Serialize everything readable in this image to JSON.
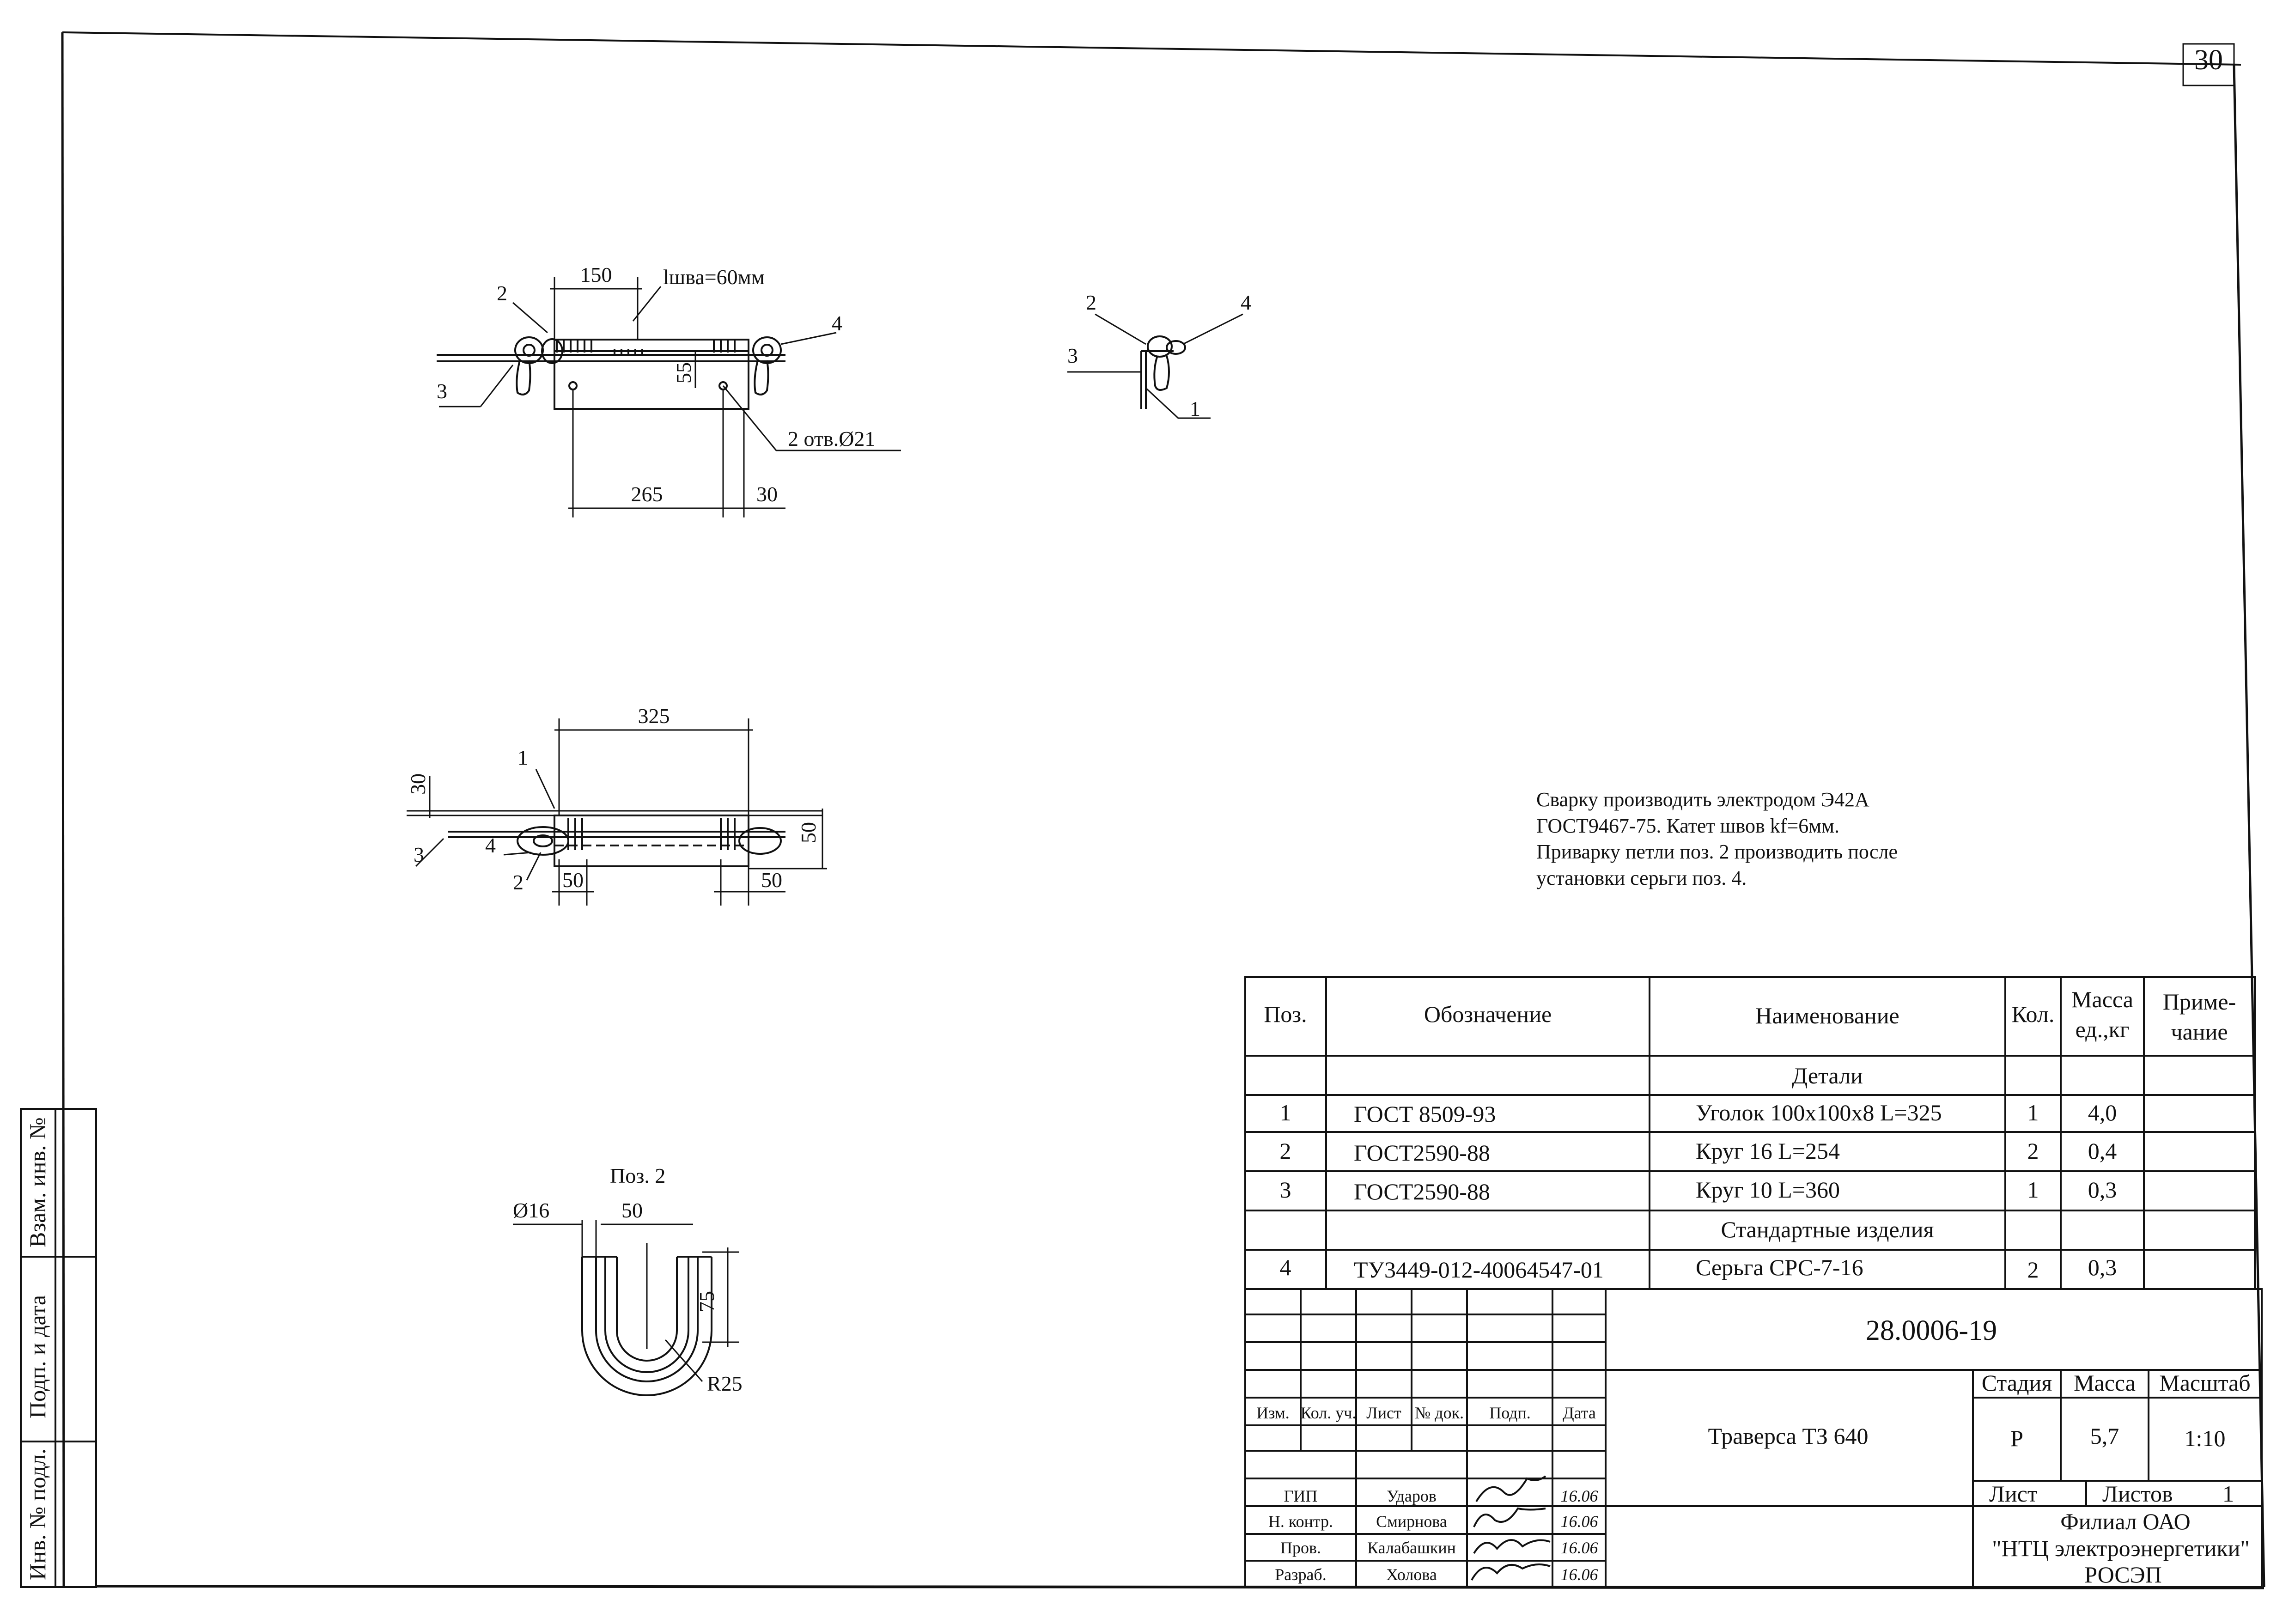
{
  "sheet_number": "30",
  "views": {
    "top": {
      "dim_top": "150",
      "weld_length": "lшва=60мм",
      "dim_vertical": "55",
      "holes": "2 отв.Ø21",
      "dim_bottom_a": "265",
      "dim_bottom_b": "30",
      "callouts": [
        "2",
        "3",
        "4"
      ]
    },
    "side": {
      "callouts": [
        "1",
        "2",
        "3",
        "4"
      ]
    },
    "plan": {
      "dim_top": "325",
      "dim_left": "30",
      "dim_right": "50",
      "dim_bottom_a": "50",
      "dim_bottom_b": "50",
      "callouts": [
        "1",
        "2",
        "3",
        "4"
      ]
    },
    "detail": {
      "title": "Поз. 2",
      "dia": "Ø16",
      "width": "50",
      "height": "75",
      "radius": "R25"
    }
  },
  "notes": [
    "Сварку производить электродом Э42А",
    "ГОСТ9467-75. Катет швов kf=6мм.",
    "Приварку петли поз. 2 производить после",
    "установки серьги поз. 4."
  ],
  "spec": {
    "headers": {
      "pos": "Поз.",
      "designation": "Обозначение",
      "name": "Наименование",
      "qty": "Кол.",
      "mass_line1": "Масса",
      "mass_line2": "ед.,кг",
      "note_line1": "Приме-",
      "note_line2": "чание"
    },
    "section_parts": "Детали",
    "section_std": "Стандартные изделия",
    "rows": [
      {
        "pos": "1",
        "designation": "ГОСТ 8509-93",
        "name": "Уголок 100x100x8 L=325",
        "qty": "1",
        "mass": "4,0"
      },
      {
        "pos": "2",
        "designation": "ГОСТ2590-88",
        "name": "Круг 16 L=254",
        "qty": "2",
        "mass": "0,4"
      },
      {
        "pos": "3",
        "designation": "ГОСТ2590-88",
        "name": "Круг 10 L=360",
        "qty": "1",
        "mass": "0,3"
      },
      {
        "pos": "4",
        "designation": "ТУ3449-012-40064547-01",
        "name": "Серьга СРС-7-16",
        "qty": "2",
        "mass": "0,3"
      }
    ]
  },
  "title_block": {
    "doc_number": "28.0006-19",
    "title": "Траверса ТЗ 640",
    "stage_label": "Стадия",
    "mass_label": "Масса",
    "scale_label": "Масштаб",
    "stage": "Р",
    "mass": "5,7",
    "scale": "1:10",
    "sheet_label": "Лист",
    "sheets_label": "Листов",
    "sheets": "1",
    "org": [
      "Филиал ОАО",
      "\"НТЦ электроэнергетики\"",
      "РОСЭП"
    ],
    "col_headers": [
      "Изм.",
      "Кол. уч.",
      "Лист",
      "№ док.",
      "Подп.",
      "Дата"
    ],
    "signers": [
      {
        "role": "ГИП",
        "name": "Ударов",
        "date": "16.06"
      },
      {
        "role": "Н. контр.",
        "name": "Смирнова",
        "date": "16.06"
      },
      {
        "role": "Пров.",
        "name": "Калабашкин",
        "date": "16.06"
      },
      {
        "role": "Разраб.",
        "name": "Холова",
        "date": "16.06"
      }
    ]
  },
  "side_stamp": [
    "Инв. № подл.",
    "Подп. и дата",
    "Взам. инв. №"
  ]
}
